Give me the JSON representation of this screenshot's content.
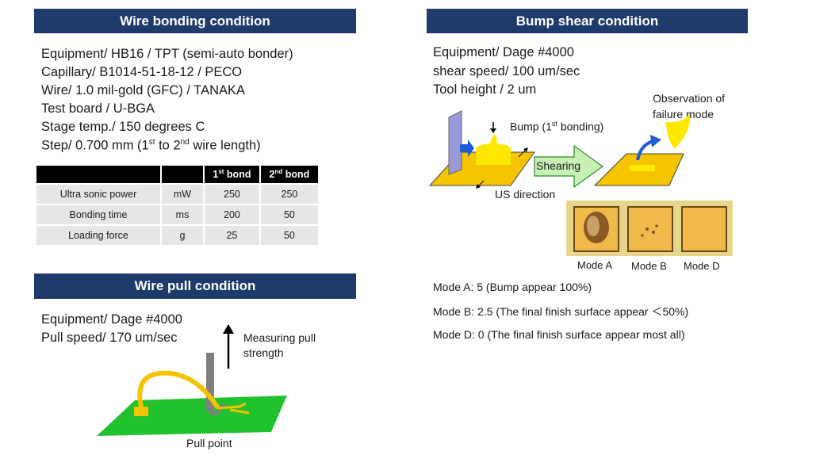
{
  "wire_bonding": {
    "title": "Wire bonding condition",
    "equipment": "Equipment/ HB16 / TPT  (semi-auto bonder)",
    "capillary": "Capillary/ B1014-51-18-12 / PECO",
    "wire": "Wire/ 1.0 mil-gold (GFC) / TANAKA",
    "test_board": "Test board / U-BGA",
    "stage_temp": "Stage temp./ 150 degrees C",
    "step_prefix": "Step/ 0.700 mm (1",
    "step_sup1": "st",
    "step_mid": " to 2",
    "step_sup2": "nd",
    "step_suffix": " wire length)"
  },
  "table": {
    "headers": [
      {
        "main": "1",
        "sup": "st",
        "rest": " bond"
      },
      {
        "main": "2",
        "sup": "nd",
        "rest": " bond"
      }
    ],
    "rows": [
      {
        "param": "Ultra sonic power",
        "unit": "mW",
        "first": "250",
        "second": "250"
      },
      {
        "param": "Bonding time",
        "unit": "ms",
        "first": "200",
        "second": "50"
      },
      {
        "param": "Loading force",
        "unit": "g",
        "first": "25",
        "second": "50"
      }
    ]
  },
  "wire_pull": {
    "title": "Wire  pull condition",
    "equipment": "Equipment/ Dage #4000",
    "pull_speed": "Pull speed/ 170 um/sec",
    "measuring_label_1": "Measuring pull",
    "measuring_label_2": "strength",
    "pull_point": "Pull point"
  },
  "bump_shear": {
    "title": "Bump shear condition",
    "equipment": "Equipment/ Dage #4000",
    "shear_speed": "shear speed/ 100 um/sec",
    "tool_height": "Tool height / 2 um",
    "observation_1": "Observation of",
    "observation_2": "failure mode",
    "bump_label_prefix": "Bump (1",
    "bump_label_sup": "st",
    "bump_label_suffix": " bonding)",
    "shearing": "Shearing",
    "us_direction": "US direction",
    "modes": [
      "Mode A",
      "Mode B",
      "Mode D"
    ],
    "mode_a": "Mode A: 5 (Bump appear 100%)",
    "mode_b": "Mode B: 2.5 (The final finish surface appear ＜50%)",
    "mode_d": "Mode D: 0 (The final finish surface appear most all)"
  },
  "colors": {
    "header": "#1f3b6b",
    "pad_gold": "#f5c400",
    "board_green": "#22c22e",
    "arrow_green": "#c6f0b4"
  }
}
